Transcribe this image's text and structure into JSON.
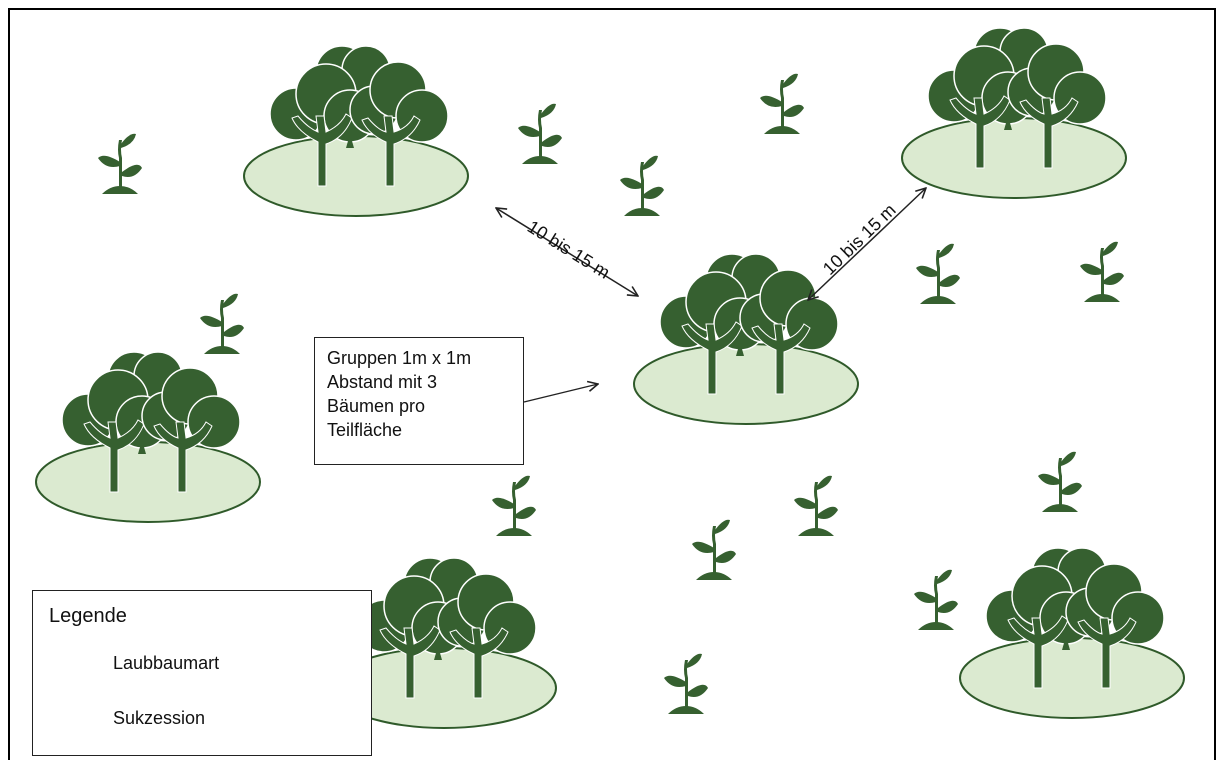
{
  "colors": {
    "tree": "#366030",
    "ground_fill": "#dbead0",
    "ground_stroke": "#2f5a2a",
    "arrow": "#222222"
  },
  "icons": {
    "tree_group": "deciduous-tree-group-icon",
    "sapling": "sapling-icon"
  },
  "distance_labels": [
    "10 bis 15 m",
    "10 bis 15 m"
  ],
  "callout": {
    "lines": [
      "Gruppen 1m x 1m",
      "Abstand mit 3",
      "Bäumen pro",
      "Teilfläche"
    ]
  },
  "legend": {
    "title": "Legende",
    "items": [
      {
        "label": "Laubbaumart",
        "icon": "deciduous-tree-icon"
      },
      {
        "label": "Sukzession",
        "icon": "sapling-icon"
      }
    ]
  }
}
